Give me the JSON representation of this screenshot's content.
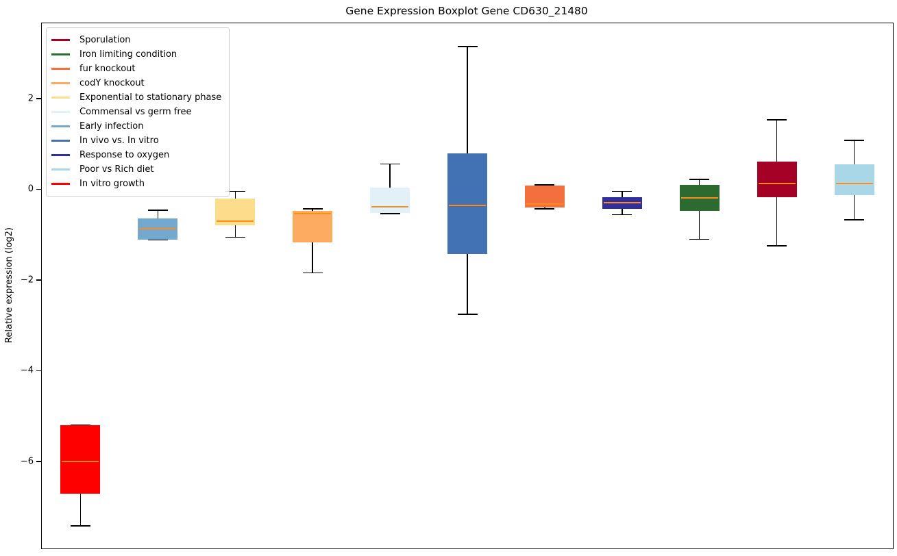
{
  "chart_data": {
    "type": "boxplot",
    "title": "Gene Expression Boxplot Gene CD630_21480",
    "ylabel": "Relative expression (log2)",
    "xlabel": "",
    "ylim": [
      -7.92,
      3.66
    ],
    "grid": false,
    "legend_position": "upper left",
    "median_color": "#ff8c1a",
    "whisker_color": "#000000",
    "yticks": [
      {
        "value": 2,
        "label": "2"
      },
      {
        "value": 0,
        "label": "0"
      },
      {
        "value": -2,
        "label": "−2"
      },
      {
        "value": -4,
        "label": "−4"
      },
      {
        "value": -6,
        "label": "−6"
      }
    ],
    "series": [
      {
        "label": "In vitro growth",
        "color": "#ff0000",
        "whisker_low": -7.42,
        "q1": -6.71,
        "median": -6.01,
        "q3": -5.2,
        "whisker_high": -5.2
      },
      {
        "label": "Early infection",
        "color": "#74a9cf",
        "whisker_low": -1.12,
        "q1": -1.11,
        "median": -0.87,
        "q3": -0.65,
        "whisker_high": -0.46
      },
      {
        "label": "Exponential to stationary phase",
        "color": "#fcdd8c",
        "whisker_low": -1.06,
        "q1": -0.8,
        "median": -0.71,
        "q3": -0.2,
        "whisker_high": -0.05
      },
      {
        "label": "codY knockout",
        "color": "#fdab60",
        "whisker_low": -1.84,
        "q1": -1.17,
        "median": -0.53,
        "q3": -0.47,
        "whisker_high": -0.43
      },
      {
        "label": "Commensal vs germ free",
        "color": "#e1f1f7",
        "whisker_low": -0.54,
        "q1": -0.52,
        "median": -0.39,
        "q3": 0.04,
        "whisker_high": 0.56
      },
      {
        "label": "In vivo vs. In vitro",
        "color": "#4272b4",
        "whisker_low": -2.76,
        "q1": -1.43,
        "median": -0.35,
        "q3": 0.79,
        "whisker_high": 3.15
      },
      {
        "label": "fur knockout",
        "color": "#f3703e",
        "whisker_low": -0.43,
        "q1": -0.4,
        "median": -0.33,
        "q3": 0.08,
        "whisker_high": 0.1
      },
      {
        "label": "Response to oxygen",
        "color": "#312f9d",
        "whisker_low": -0.56,
        "q1": -0.43,
        "median": -0.29,
        "q3": -0.17,
        "whisker_high": -0.05
      },
      {
        "label": "Iron limiting condition",
        "color": "#2d6a30",
        "whisker_low": -1.1,
        "q1": -0.47,
        "median": -0.19,
        "q3": 0.1,
        "whisker_high": 0.22
      },
      {
        "label": "Sporulation",
        "color": "#a50026",
        "whisker_low": -1.25,
        "q1": -0.17,
        "median": 0.12,
        "q3": 0.61,
        "whisker_high": 1.53
      },
      {
        "label": "Poor vs Rich diet",
        "color": "#a9d7e8",
        "whisker_low": -0.67,
        "q1": -0.13,
        "median": 0.13,
        "q3": 0.55,
        "whisker_high": 1.08
      }
    ],
    "legend": [
      {
        "label": "Sporulation",
        "color": "#a50026"
      },
      {
        "label": "Iron limiting condition",
        "color": "#2d6a30"
      },
      {
        "label": "fur knockout",
        "color": "#f3703e"
      },
      {
        "label": "codY knockout",
        "color": "#fdab60"
      },
      {
        "label": "Exponential to stationary phase",
        "color": "#fcdd8c"
      },
      {
        "label": "Commensal vs germ free",
        "color": "#e1f1f7"
      },
      {
        "label": "Early infection",
        "color": "#74a9cf"
      },
      {
        "label": "In vivo vs. In vitro",
        "color": "#4272b4"
      },
      {
        "label": "Response to oxygen",
        "color": "#312f9d"
      },
      {
        "label": "Poor vs Rich diet",
        "color": "#a9d7e8"
      },
      {
        "label": "In vitro growth",
        "color": "#ff0000"
      }
    ]
  }
}
